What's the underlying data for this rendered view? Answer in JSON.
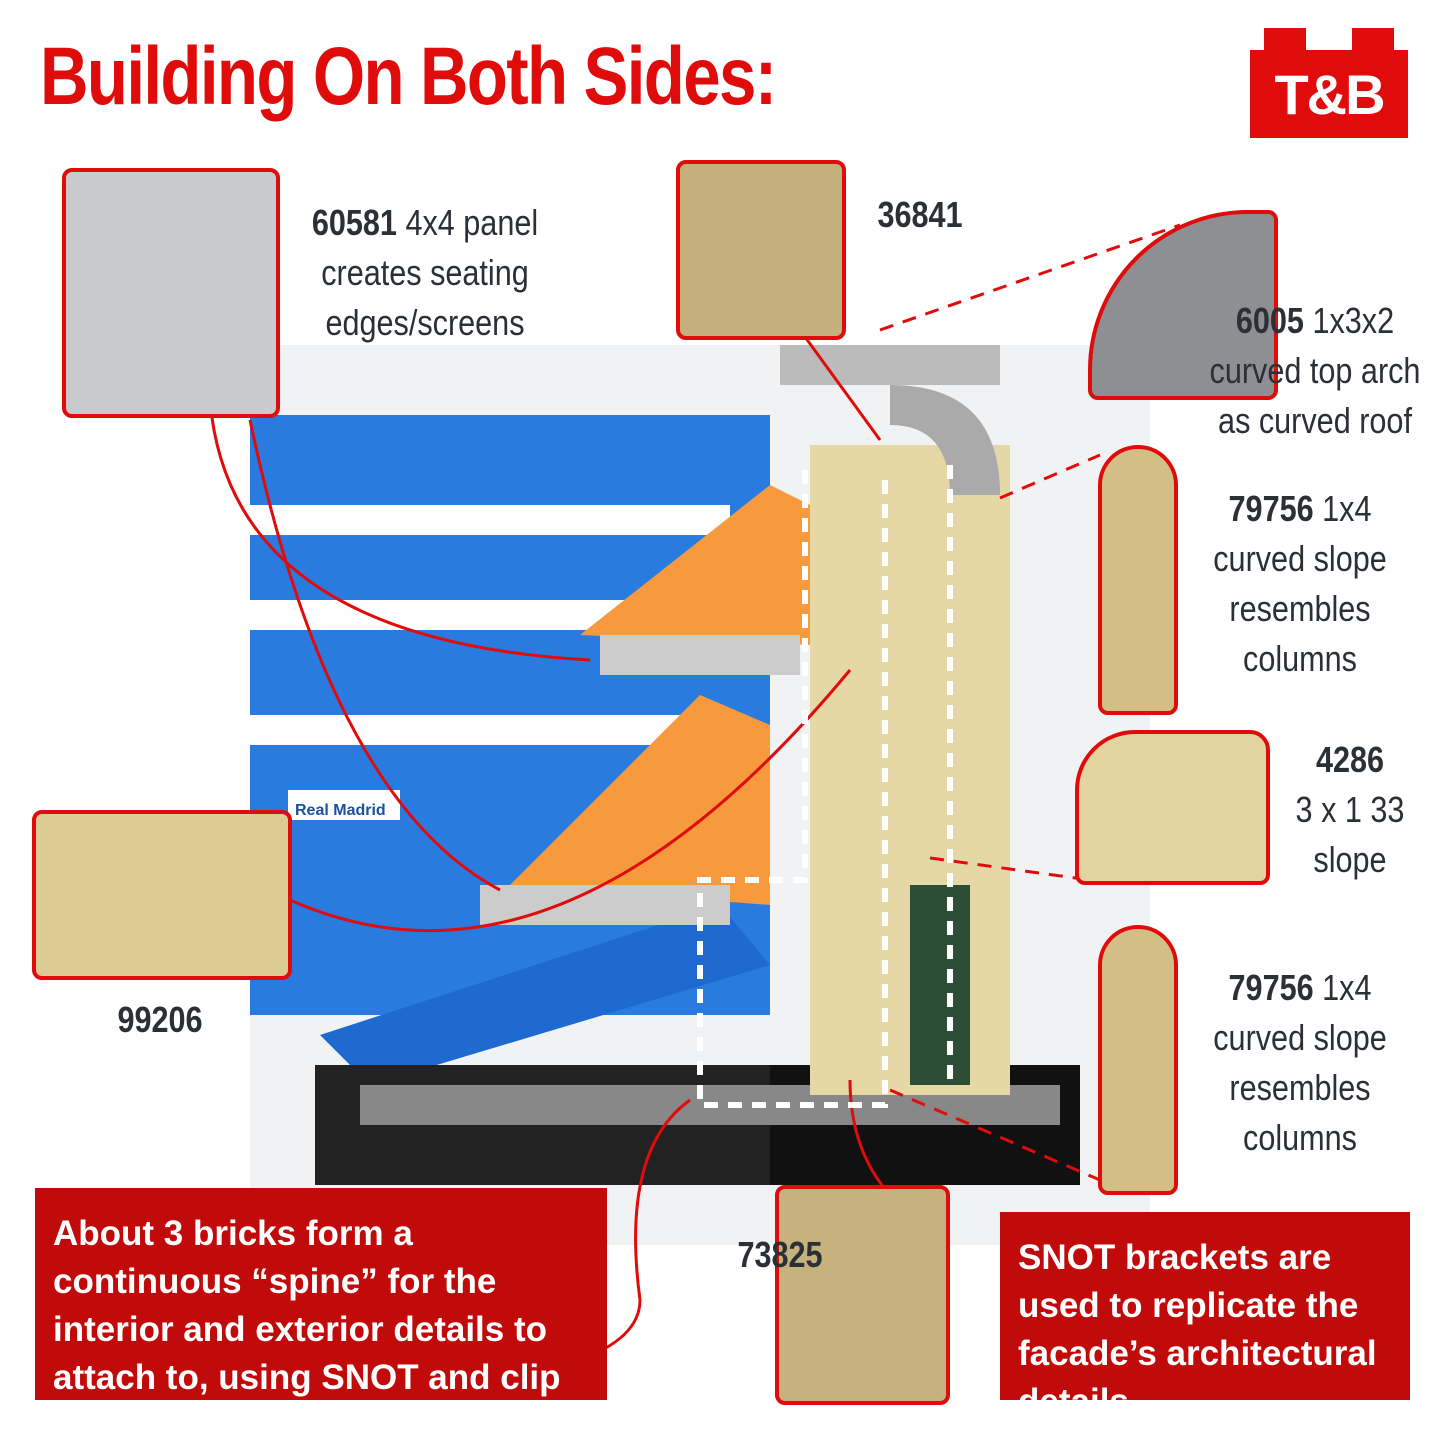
{
  "title": "Building On Both Sides:",
  "logo": "T&B",
  "photo_label": "Real Madrid",
  "labels": [
    {
      "num": "60581",
      "text1": " 4x4 panel",
      "text2": "creates seating",
      "text3": "edges/screens"
    },
    {
      "num": "36841"
    },
    {
      "num": "6005",
      "text1": " 1x3x2",
      "text2": "curved top arch",
      "text3": "as curved roof"
    },
    {
      "num": "79756",
      "text1": " 1x4",
      "text2": "curved slope",
      "text3": "resembles",
      "text4": "columns"
    },
    {
      "num": "4286",
      "text2": "3 x 1 33",
      "text3": "slope"
    },
    {
      "num": "79756",
      "text1": " 1x4",
      "text2": "curved slope",
      "text3": "resembles",
      "text4": "columns"
    },
    {
      "num": "99206"
    },
    {
      "num": "73825"
    }
  ],
  "callouts": {
    "spine": "About 3 bricks form a continuous “spine” for the interior and exterior details to attach to, using SNOT and clip techniques",
    "snot": "SNOT brackets are used to replicate the facade’s architectural details"
  },
  "colors": {
    "brand": "#e00b0b",
    "box": "#c10a0a",
    "tan": "#d8c48a",
    "blue": "#1f6fd0",
    "orange": "#f79a3e"
  }
}
